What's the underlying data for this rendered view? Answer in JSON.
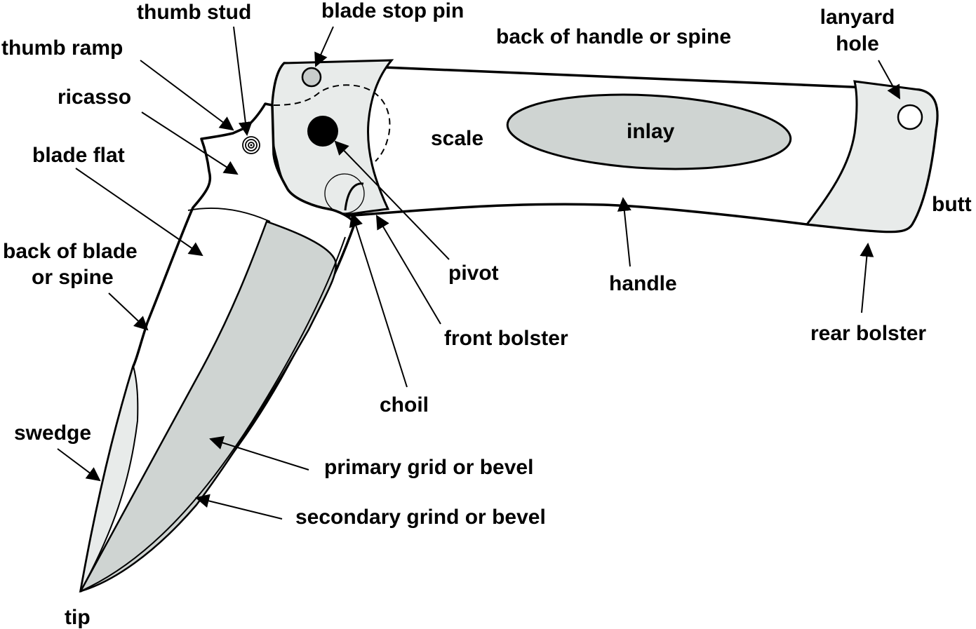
{
  "labels": {
    "thumb_stud": "thumb stud",
    "blade_stop_pin": "blade stop pin",
    "thumb_ramp": "thumb ramp",
    "back_of_handle": "back of handle or spine",
    "lanyard_hole_1": "lanyard",
    "lanyard_hole_2": "hole",
    "ricasso": "ricasso",
    "blade_flat": "blade flat",
    "scale": "scale",
    "inlay": "inlay",
    "butt": "butt",
    "back_of_blade_1": "back of blade",
    "back_of_blade_2": "or spine",
    "pivot": "pivot",
    "handle": "handle",
    "front_bolster": "front bolster",
    "rear_bolster": "rear bolster",
    "choil": "choil",
    "swedge": "swedge",
    "primary_grind": "primary grid or bevel",
    "secondary_grind": "secondary grind or bevel",
    "tip": "tip"
  },
  "colors": {
    "bolster_fill": "#e8ebea",
    "grind_fill": "#cfd4d2",
    "stop_pin_fill": "#c8cccb",
    "line": "#000000",
    "background": "#ffffff"
  }
}
